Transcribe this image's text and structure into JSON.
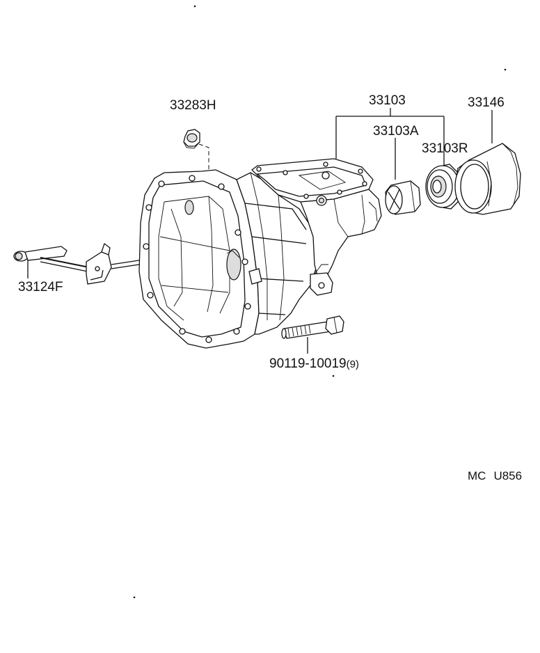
{
  "parts": {
    "drain_plug": "33283H",
    "extension_housing": "33103",
    "bushing": "33103A",
    "oil_seal": "33103R",
    "dust_cover": "33146",
    "shift_lever": "33124F",
    "bolt": "90119-10019",
    "bolt_qty": "(9)"
  },
  "diagram_code": {
    "prefix": "MC",
    "number": "U856"
  },
  "colors": {
    "line": "#111111",
    "background": "#ffffff"
  }
}
